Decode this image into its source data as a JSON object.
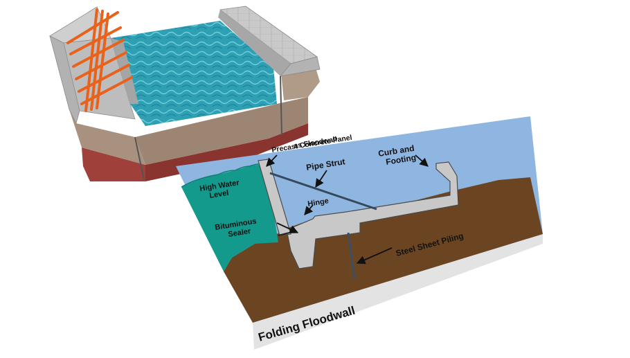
{
  "diagram": {
    "caption": "Folding Floodwall",
    "labels": {
      "precast_line1": "Precast Concrete Panel",
      "precast_line2": "as Floodwall",
      "pipe_strut": "Pipe Strut",
      "curb_line1": "Curb and",
      "curb_line2": "Footing",
      "high_water_line1": "High Water",
      "high_water_line2": "Level",
      "hinge": "Hinge",
      "bituminous_line1": "Bituminous",
      "bituminous_line2": "Sealer",
      "steel_sheet_piling": "Steel Sheet Piling"
    },
    "colors": {
      "sky": "#8fb6e0",
      "water": "#139a8c",
      "soil": "#6b4521",
      "concrete": "#c8c8c8",
      "caption_band": "#e3e3e3",
      "strut": "#34495e",
      "bars_3d": "#e8621b",
      "pool_water": "#3aa6b8",
      "brick": "#a0403b",
      "earth_3d": "#a48a78"
    }
  }
}
